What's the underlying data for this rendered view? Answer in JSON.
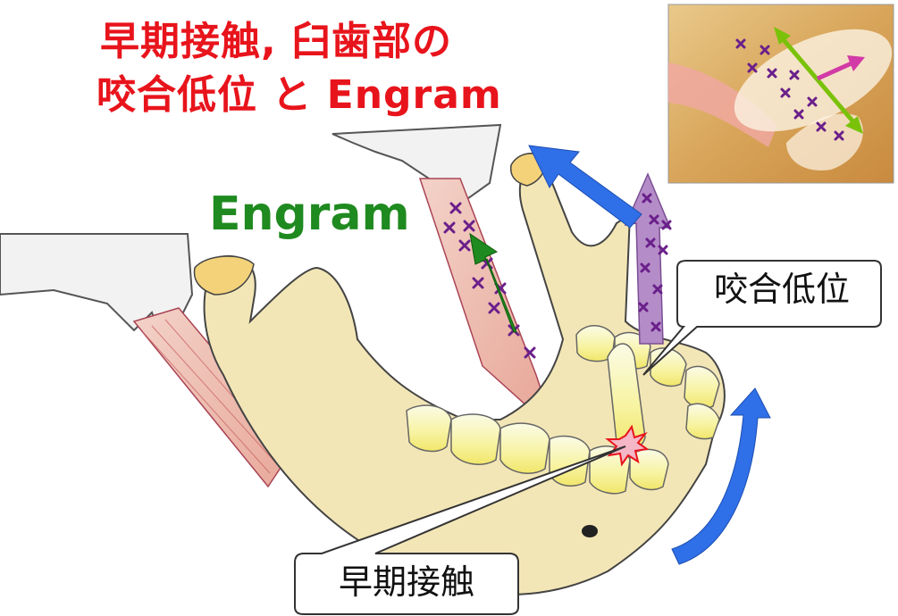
{
  "title": {
    "line1": "早期接触, 臼歯部の",
    "line2": "咬合低位 と Engram"
  },
  "labels": {
    "engram": "Engram",
    "occlusal_lowering": "咬合低位",
    "premature_contact": "早期接触"
  },
  "colors": {
    "title": "#e8141c",
    "engram": "#1f8a1f",
    "blue_arrow": "#2f6fe8",
    "purple_arrow": "#b48cc8",
    "marker": "#6a1f8a",
    "bone": "#f3e6b6",
    "tooth_tip": "#f6f07a"
  },
  "icons": [
    "blue-curved-arrow-icon",
    "green-arrow-icon",
    "purple-arrow-icon",
    "contact-star-icon",
    "cross-marker-icon"
  ]
}
